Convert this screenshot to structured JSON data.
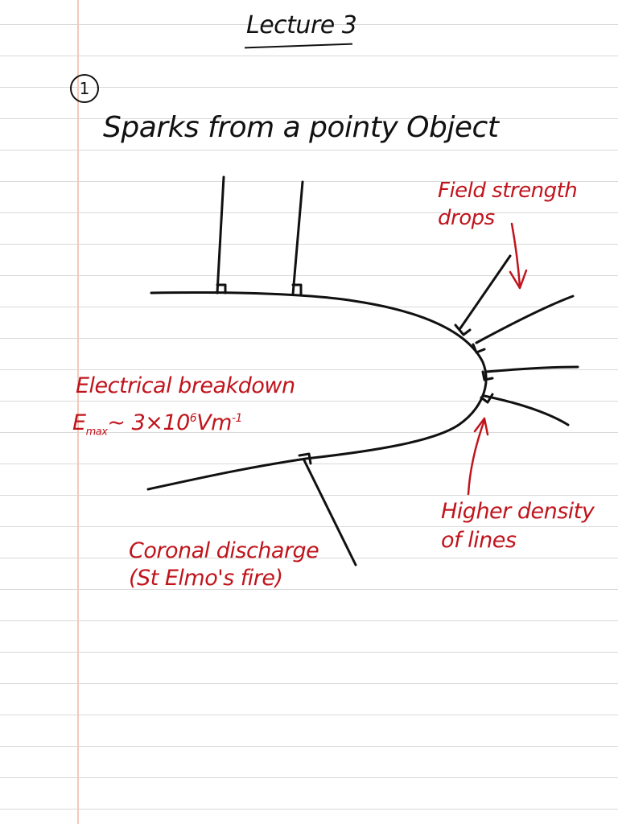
{
  "page": {
    "title": "Lecture 3",
    "item_number": "1",
    "heading": "Sparks from a pointy Object"
  },
  "annotations": {
    "field_strength_line1": "Field strength",
    "field_strength_line2": "drops",
    "breakdown_label": "Electrical breakdown",
    "emax_symbol": "E",
    "emax_subscript": "max",
    "emax_approx": "~ 3×10",
    "emax_exponent": "6",
    "emax_units": "Vm",
    "emax_units_exponent": "-1",
    "coronal_line1": "Coronal discharge",
    "coronal_line2": "(St Elmo's fire)",
    "higher_line1": "Higher density",
    "higher_line2": "of lines"
  },
  "colors": {
    "ink_black": "#111111",
    "ink_red": "#c0141c",
    "ruled_line": "#d9d9d9",
    "margin_line": "#f3c9b8"
  }
}
